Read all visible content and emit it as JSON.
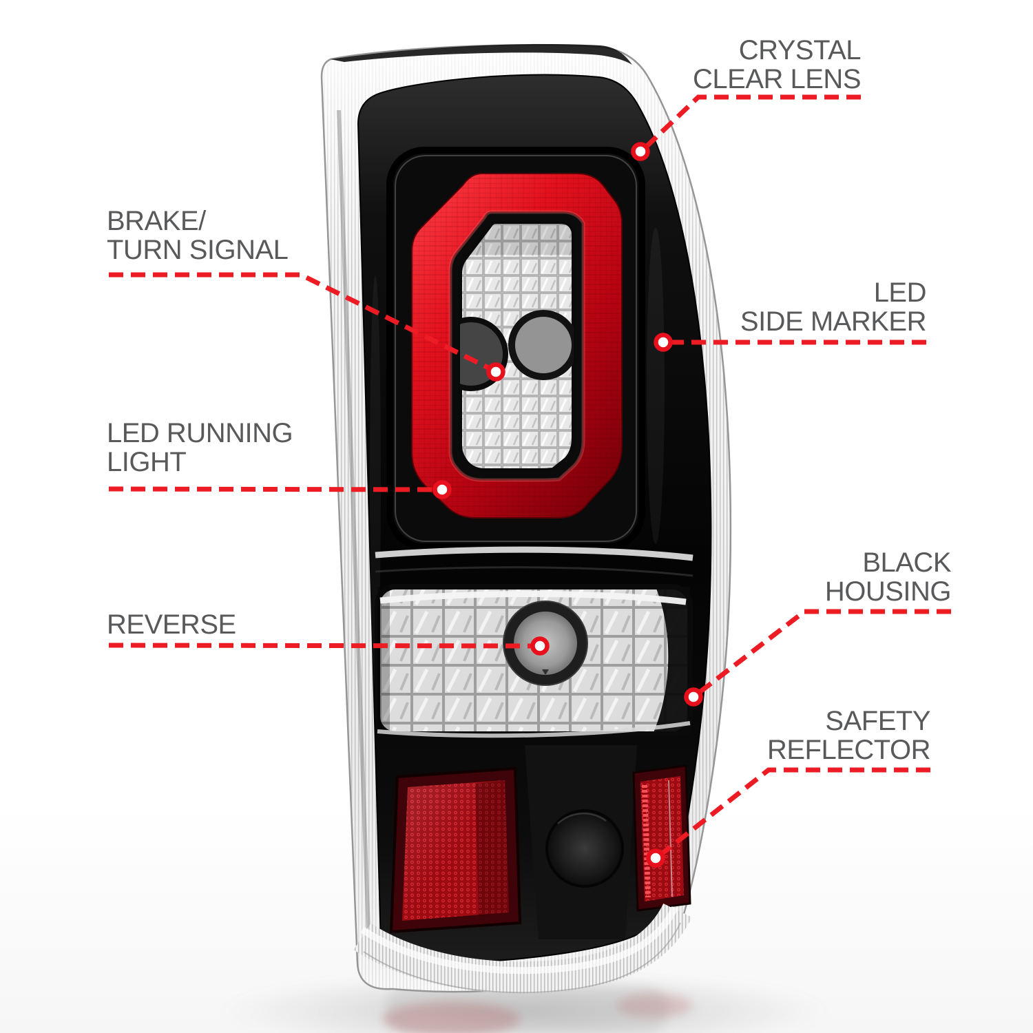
{
  "annotation": {
    "line_color": "#ED1C24",
    "dot_ring_color": "#E8101C",
    "text_color": "#58595B"
  },
  "labels": {
    "crystal_clear_lens": {
      "line1": "CRYSTAL",
      "line2": "CLEAR LENS"
    },
    "brake_turn_signal": {
      "line1": "BRAKE/",
      "line2": "TURN SIGNAL"
    },
    "led_side_marker": {
      "line1": "LED",
      "line2": "SIDE MARKER"
    },
    "led_running_light": {
      "line1": "LED RUNNING",
      "line2": "LIGHT"
    },
    "reverse": {
      "line1": "REVERSE"
    },
    "black_housing": {
      "line1": "BLACK",
      "line2": "HOUSING"
    },
    "safety_reflector": {
      "line1": "SAFETY",
      "line2": "REFLECTOR"
    }
  }
}
